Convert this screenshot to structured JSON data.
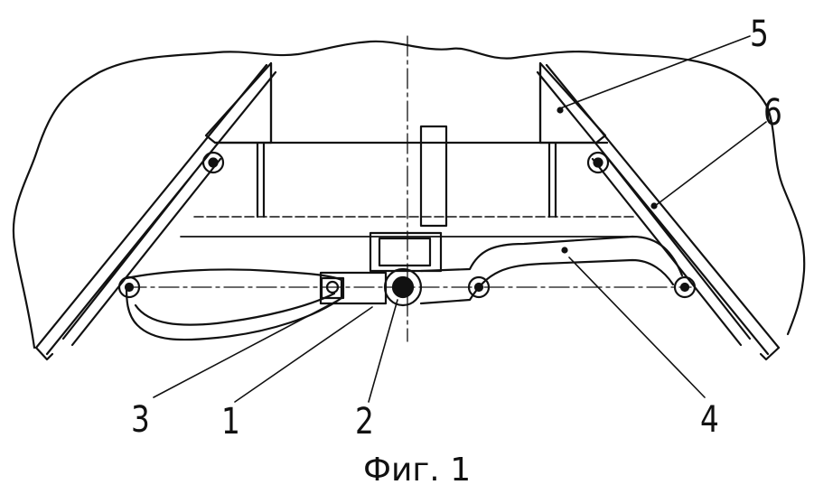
{
  "figure": {
    "caption": "Фиг. 1",
    "labels": {
      "l1": "1",
      "l2": "2",
      "l3": "3",
      "l4": "4",
      "l5": "5",
      "l6": "6"
    }
  },
  "colors": {
    "ink": "#111111",
    "paper": "#ffffff"
  }
}
